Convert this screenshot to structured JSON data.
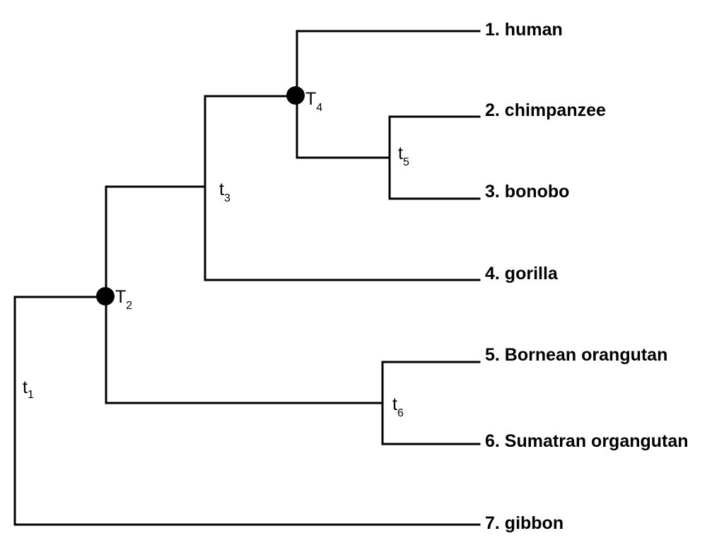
{
  "taxa": [
    {
      "label": "1. human"
    },
    {
      "label": "2. chimpanzee"
    },
    {
      "label": "3. bonobo"
    },
    {
      "label": "4. gorilla"
    },
    {
      "label": "5. Bornean orangutan"
    },
    {
      "label": "6. Sumatran organgutan"
    },
    {
      "label": "7. gibbon"
    }
  ],
  "nodes": {
    "t1": {
      "base": "t",
      "sub": "1"
    },
    "T2": {
      "base": "T",
      "sub": "2",
      "marked": true
    },
    "t3": {
      "base": "t",
      "sub": "3"
    },
    "T4": {
      "base": "T",
      "sub": "4",
      "marked": true
    },
    "t5": {
      "base": "t",
      "sub": "5"
    },
    "t6": {
      "base": "t",
      "sub": "6"
    }
  }
}
